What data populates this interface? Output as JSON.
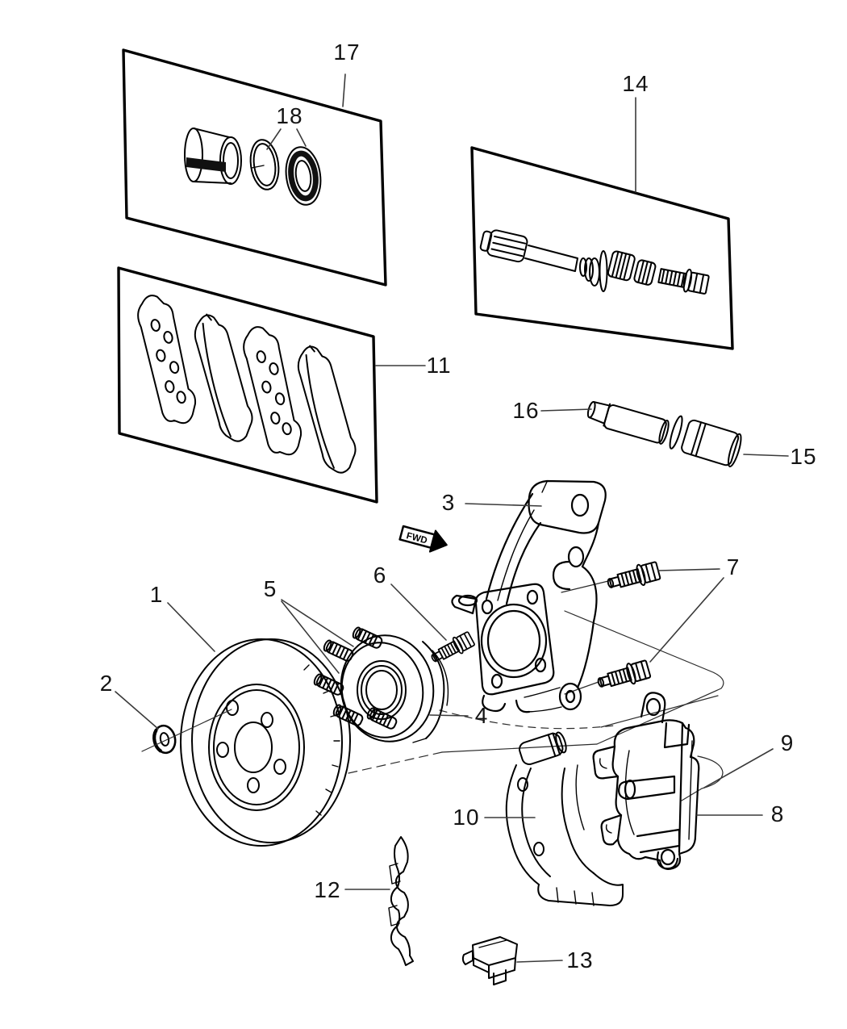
{
  "diagram": {
    "fwd_label": "FWD",
    "callouts": [
      {
        "num": "1"
      },
      {
        "num": "2"
      },
      {
        "num": "3"
      },
      {
        "num": "4"
      },
      {
        "num": "5"
      },
      {
        "num": "6"
      },
      {
        "num": "7"
      },
      {
        "num": "8"
      },
      {
        "num": "9"
      },
      {
        "num": "10"
      },
      {
        "num": "11"
      },
      {
        "num": "12"
      },
      {
        "num": "13"
      },
      {
        "num": "14"
      },
      {
        "num": "15"
      },
      {
        "num": "16"
      },
      {
        "num": "17"
      },
      {
        "num": "18"
      }
    ]
  }
}
